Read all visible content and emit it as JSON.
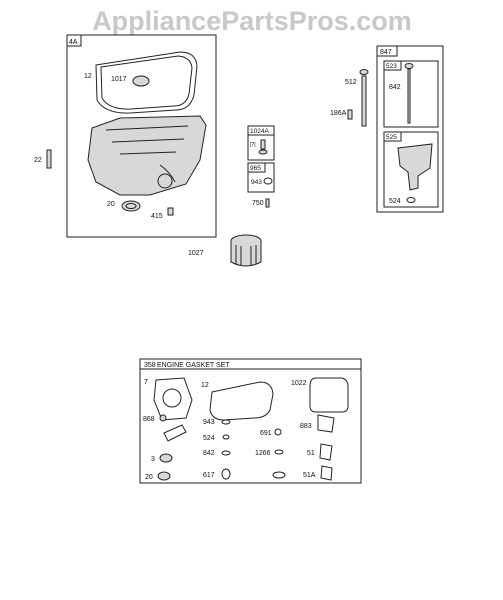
{
  "watermark": "AppliancePartsPros.com",
  "colors": {
    "watermark": "#c8c8c8",
    "ink": "#222222",
    "part_fill": "#d8d8d8"
  },
  "upper": {
    "group_4a": {
      "tag": "4A",
      "callouts": {
        "gasket": "12",
        "seal": "1017",
        "oil_drain_seal": "20",
        "plug": "415"
      }
    },
    "standalone": {
      "screw": "22",
      "oil_filter": "1027",
      "dipstick_tube": "512",
      "tube_screw": "186A",
      "pressure_valve": "750"
    },
    "group_1024a": {
      "tag": "1024A",
      "callout_small": "[?]"
    },
    "group_965": {
      "tag": "965",
      "callout": "943"
    },
    "group_847": {
      "tag": "847",
      "sub_523": {
        "tag": "523",
        "callout": "842"
      },
      "sub_525": {
        "tag": "525",
        "callout": "524"
      }
    }
  },
  "gasket_set": {
    "tag": "358",
    "title": "ENGINE GASKET SET",
    "labels": {
      "g7": "7",
      "g12": "12",
      "g1022": "1022",
      "g868": "868",
      "g943": "943",
      "g691": "691",
      "g883": "883",
      "g524": "524",
      "g842": "842",
      "g1266": "1266",
      "g51": "51",
      "g3": "3",
      "g20": "20",
      "g617": "617",
      "g51a": "51A"
    }
  }
}
